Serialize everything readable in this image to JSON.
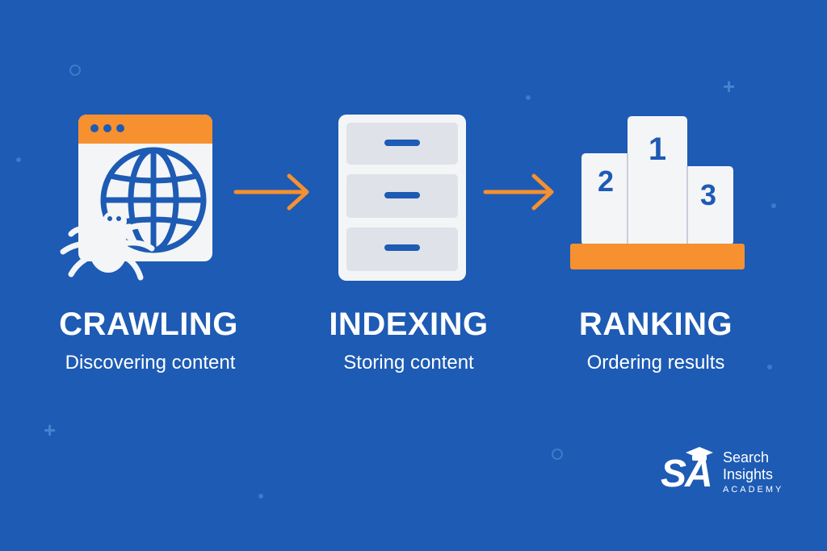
{
  "steps": [
    {
      "title": "CRAWLING",
      "subtitle": "Discovering content",
      "icon": "spider-web-browser-icon"
    },
    {
      "title": "INDEXING",
      "subtitle": "Storing content",
      "icon": "filing-cabinet-icon"
    },
    {
      "title": "RANKING",
      "subtitle": "Ordering results",
      "icon": "podium-icon"
    }
  ],
  "podium": {
    "first": "1",
    "second": "2",
    "third": "3"
  },
  "brand": {
    "mark": "SA",
    "line1": "Search",
    "line2": "Insights",
    "line3": "ACADEMY"
  },
  "colors": {
    "background": "#1d5bb4",
    "accent": "#f7902f",
    "icon_fill": "#f4f5f7",
    "icon_stroke": "#1d5bb4"
  }
}
